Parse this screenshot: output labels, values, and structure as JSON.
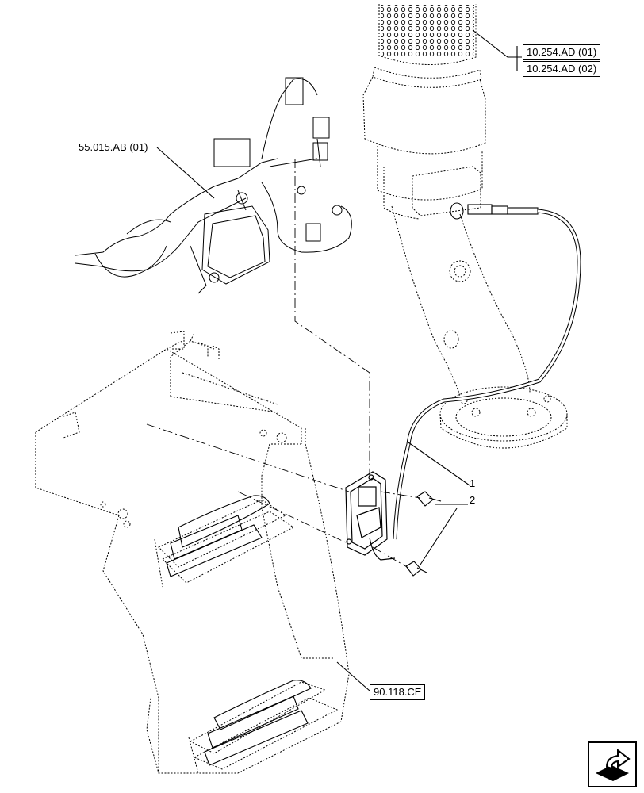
{
  "references": {
    "r1": "10.254.AD (01)",
    "r2": "10.254.AD (02)",
    "r3": "55.015.AB (01)",
    "r4": "90.118.CE"
  },
  "callouts": {
    "c1": "1",
    "c2": "2"
  },
  "icons": {
    "next_page": "next-page-arrow-icon"
  }
}
